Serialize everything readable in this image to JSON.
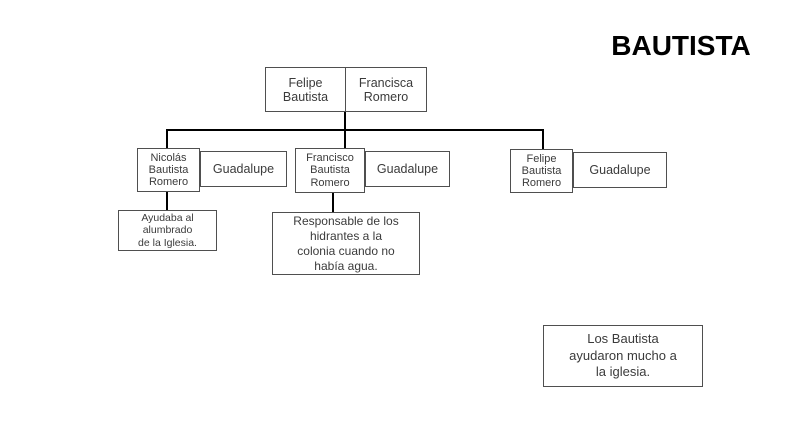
{
  "title": "BAUTISTA",
  "colors": {
    "background": "#ffffff",
    "box_border": "#4f4f4f",
    "connector_line": "#000000",
    "text": "#3b3b3b",
    "title_text": "#000000"
  },
  "parents": {
    "father": "Felipe Bautista",
    "mother": "Francisca Romero"
  },
  "children": [
    {
      "name": "Nicolás Bautista Romero",
      "spouse": "Guadalupe",
      "note": "Ayudaba al\nalumbrado\nde la Iglesia."
    },
    {
      "name": "Francisco Bautista Romero",
      "spouse": "Guadalupe",
      "note": "Responsable de los\nhidrantes a la\ncolonia cuando no\nhabía agua."
    },
    {
      "name": "Felipe Bautista Romero",
      "spouse": "Guadalupe"
    }
  ],
  "footer_note": "Los Bautista\nayudaron mucho a\nla iglesia."
}
